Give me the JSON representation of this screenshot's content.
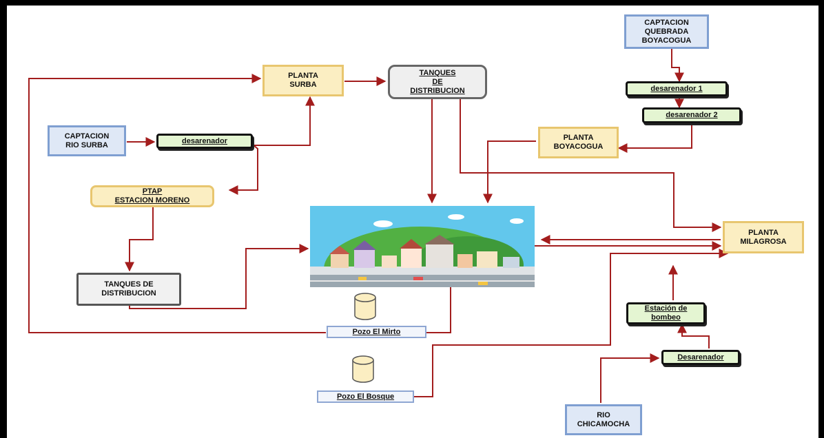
{
  "nodes": {
    "captacion_quebrada": "CAPTACION\nQUEBRADA\nBOYACOGUA",
    "desarenador_1": "desarenador 1",
    "desarenador_2": "desarenador 2",
    "planta_boyacogua": "PLANTA\nBOYACOGUA",
    "planta_surba": "PLANTA\nSURBA",
    "tanques_distribucion_top": "TANQUES\nDE\nDISTRIBUCION",
    "captacion_rio_surba": "CAPTACION\nRIO SURBA",
    "desarenador": "desarenador",
    "ptap_estacion_moreno": "PTAP\nESTACION MORENO",
    "tanques_distribucion_left": "TANQUES DE\nDISTRIBUCION",
    "planta_milagrosa": "PLANTA\nMILAGROSA",
    "estacion_bombeo": "Estación de\nbombeo",
    "desarenador_right": "Desarenador",
    "rio_chicamocha": "RIO\nCHICAMOCHA",
    "pozo_el_mirto": "Pozo El Mirto",
    "pozo_el_bosque": "Pozo El Bosque"
  },
  "colors": {
    "arrow": "#a31d1d",
    "frame": "#000000",
    "city_sky": "#62c7ec",
    "hill": "#52b043"
  },
  "icons": {
    "city": "city-illustration",
    "well": "cylinder-well-icon"
  }
}
